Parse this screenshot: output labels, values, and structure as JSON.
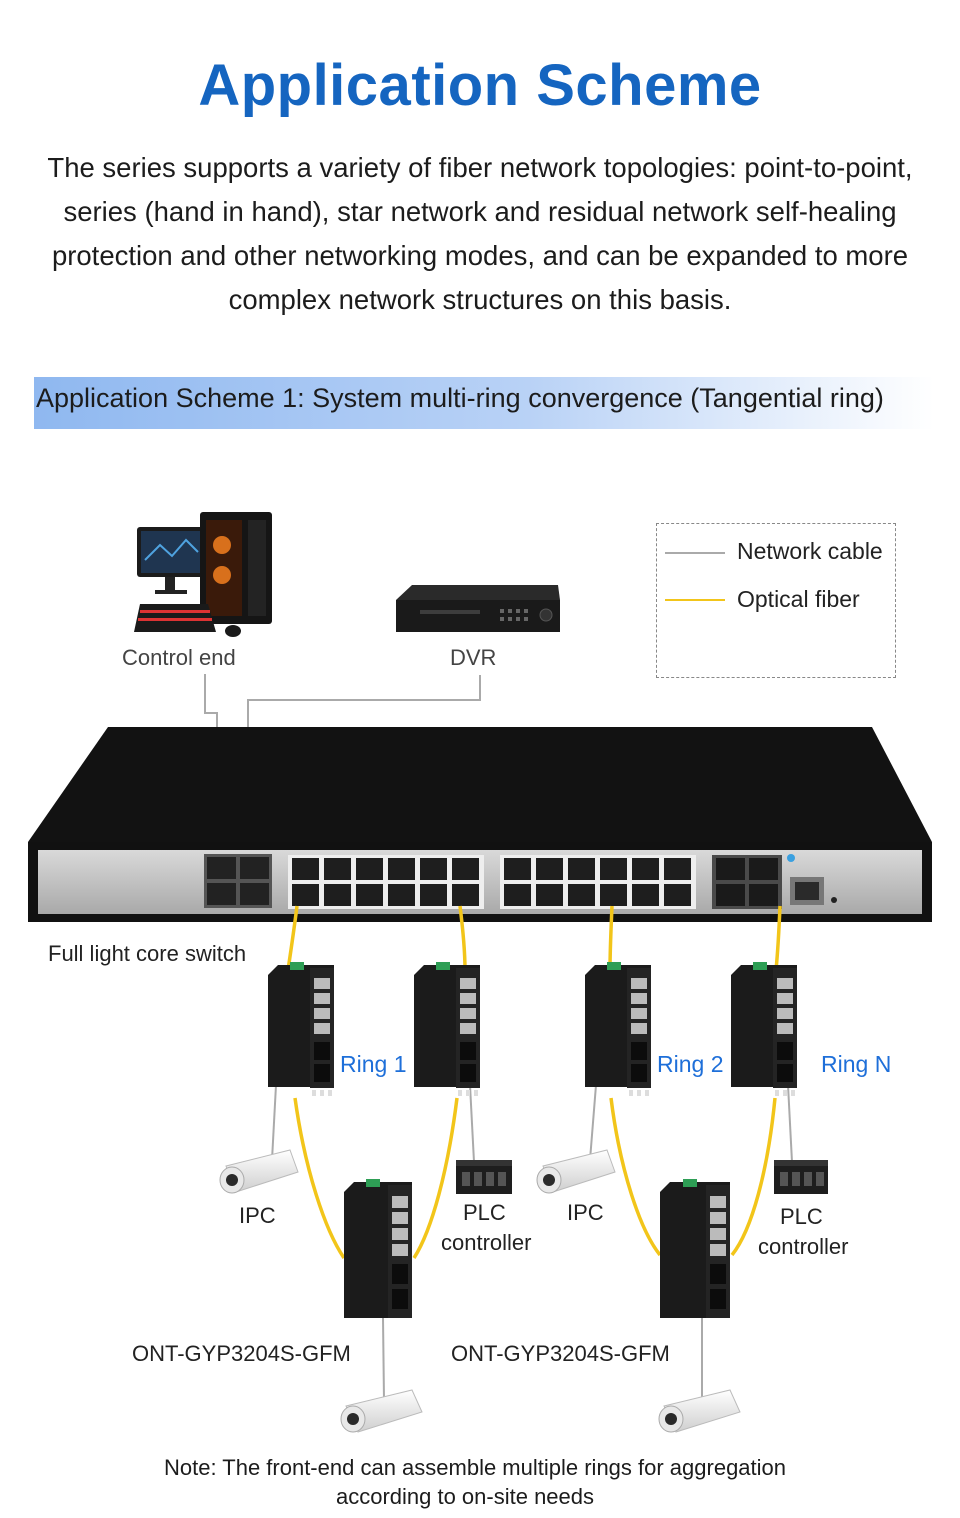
{
  "title": "Application Scheme",
  "intro": "The series supports a variety of fiber network topologies: point-to-point, series (hand in hand), star network and residual network self-healing protection and other networking modes, and can be expanded to more complex network structures on this basis.",
  "scheme_heading": "Application Scheme 1: System multi-ring convergence (Tangential ring)",
  "legend": {
    "network_cable": "Network cable",
    "optical_fiber": "Optical fiber",
    "network_cable_color": "#aaaaaa",
    "optical_fiber_color": "#f2c51a"
  },
  "labels": {
    "control_end": "Control end",
    "dvr": "DVR",
    "core_switch": "Full light core switch",
    "ipc_left": "IPC",
    "ipc_mid": "IPC",
    "plc_left_1": "PLC",
    "plc_left_2": "controller",
    "plc_right_1": "PLC",
    "plc_right_2": "controller",
    "ont_left": "ONT-GYP3204S-GFM",
    "ont_right": "ONT-GYP3204S-GFM"
  },
  "rings": {
    "ring1": "Ring 1",
    "ring2": "Ring 2",
    "ringN": "Ring N"
  },
  "note": {
    "line1": "Note: The front-end can assemble multiple rings for aggregation",
    "line2": "according to on-site needs"
  },
  "colors": {
    "title": "#1565c0",
    "ring_text": "#1e6fd9",
    "fiber": "#f2c51a",
    "cable": "#aaaaaa"
  }
}
